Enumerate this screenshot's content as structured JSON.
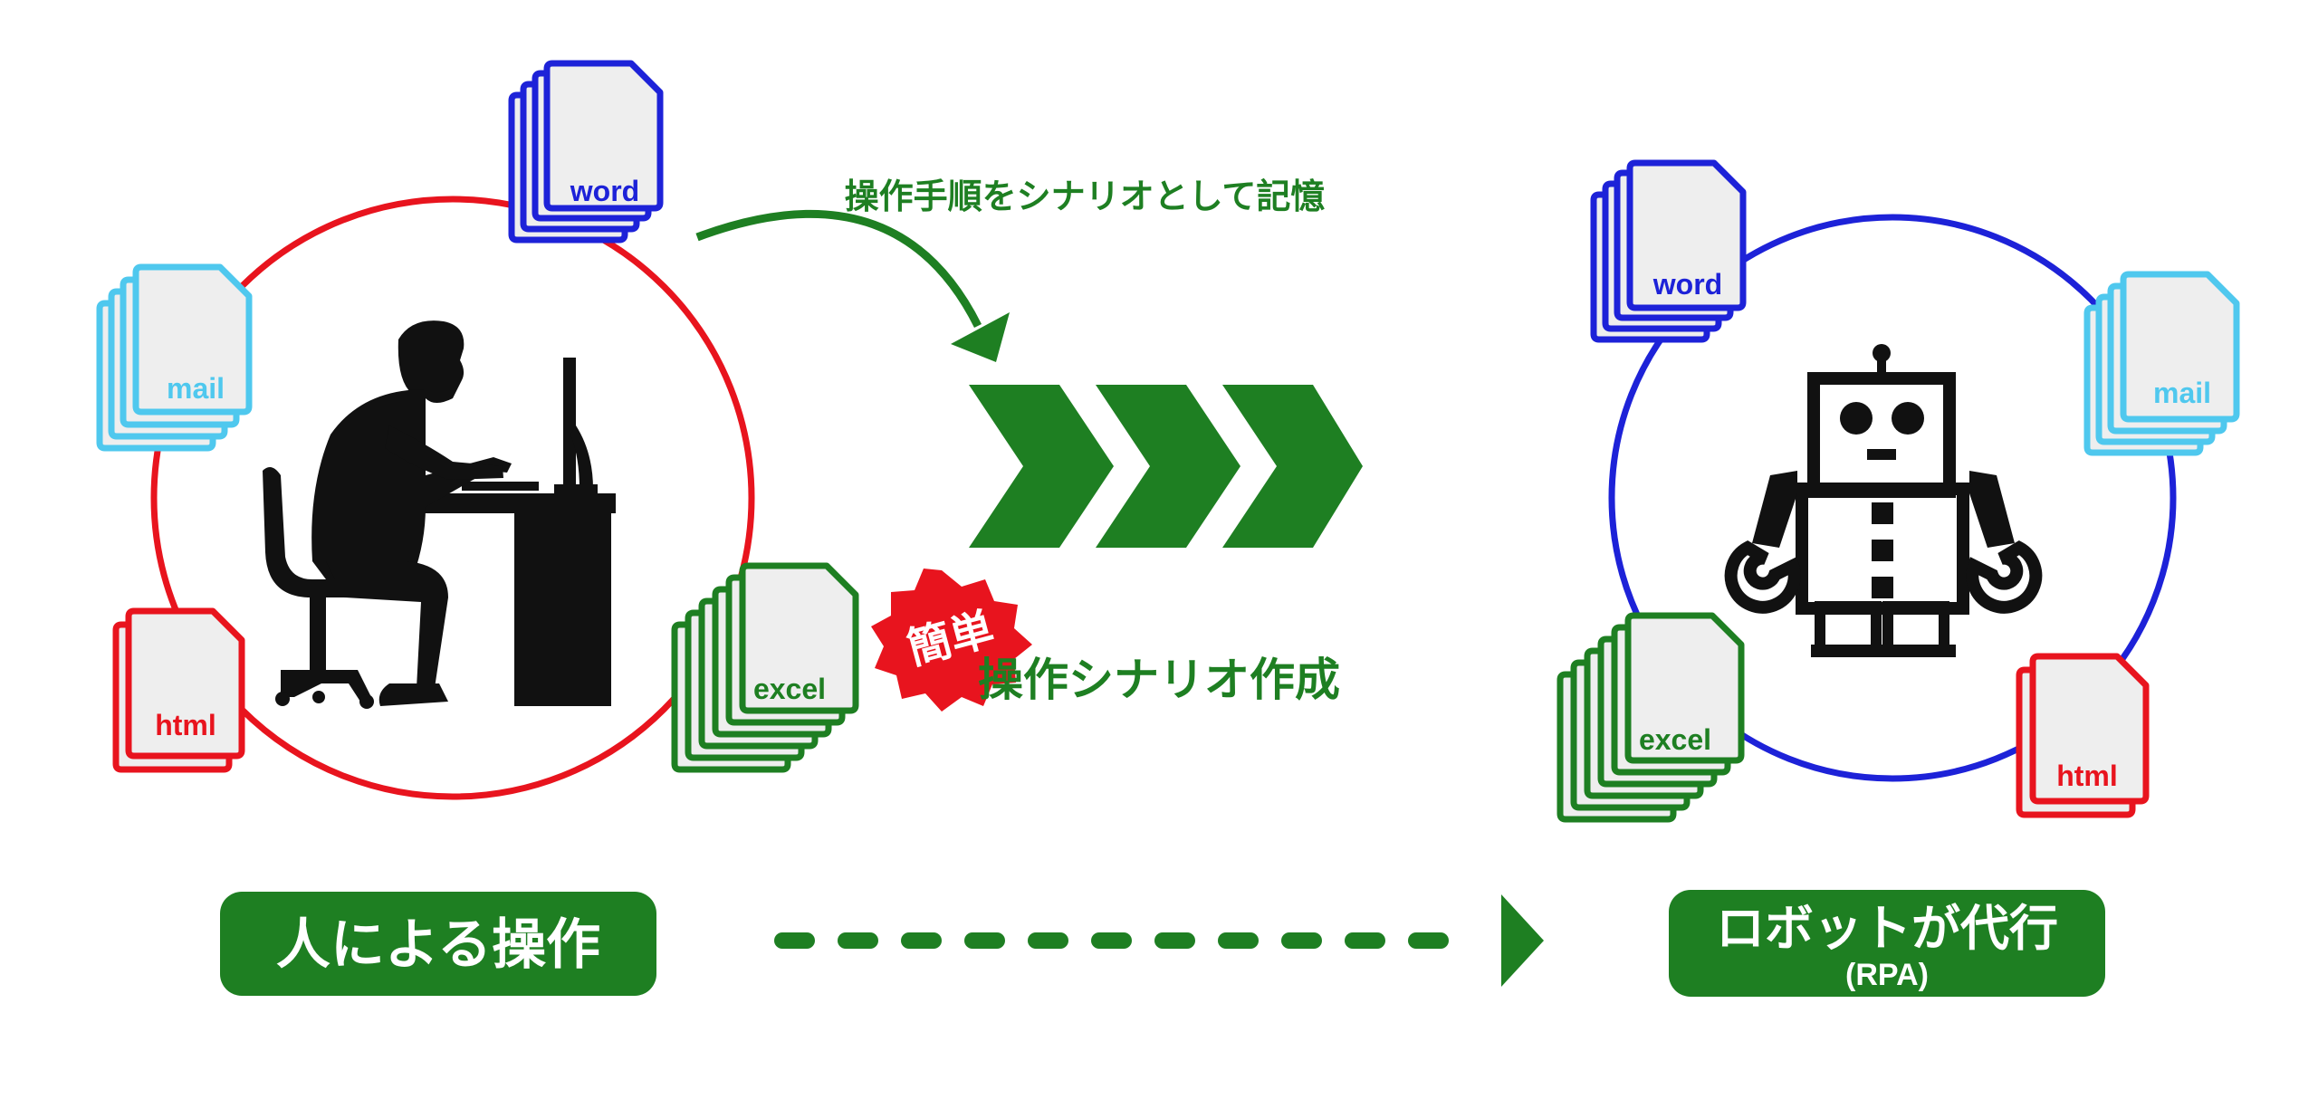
{
  "colors": {
    "red": "#e8141e",
    "blue": "#1d22d8",
    "cyan": "#4fc8ee",
    "green": "#1e7f22",
    "doc_fill": "#eeeeee",
    "silhouette": "#111111",
    "white": "#ffffff"
  },
  "left_group": {
    "docs": {
      "word": "word",
      "mail": "mail",
      "html": "html",
      "excel": "excel"
    },
    "person_icon": "person-at-computer-icon"
  },
  "middle": {
    "memory_text": "操作手順をシナリオとして記憶",
    "easy_badge": "簡単",
    "create_text": "操作シナリオ作成"
  },
  "right_group": {
    "docs": {
      "word": "word",
      "mail": "mail",
      "html": "html",
      "excel": "excel"
    },
    "robot_icon": "robot-icon"
  },
  "bottom": {
    "human_label": "人による操作",
    "robot_label": "ロボットが代行",
    "robot_sublabel": "(RPA)"
  }
}
